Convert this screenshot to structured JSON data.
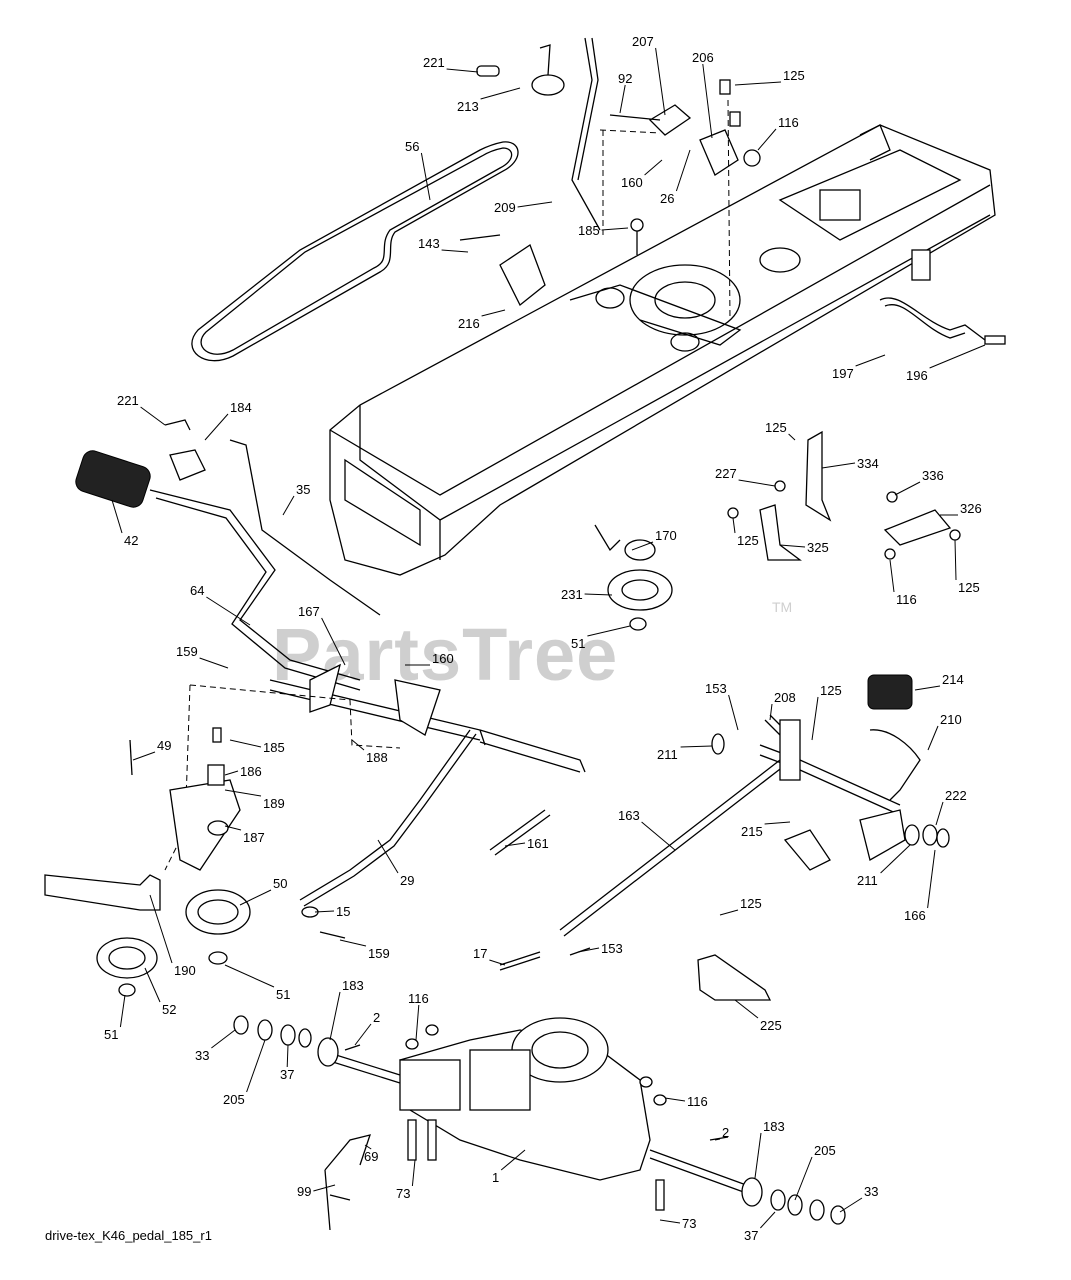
{
  "watermark": {
    "text": "PartsTree",
    "tm": "TM"
  },
  "caption": "drive-tex_K46_pedal_185_r1",
  "callouts": [
    {
      "id": "c221a",
      "label": "221"
    },
    {
      "id": "c213",
      "label": "213"
    },
    {
      "id": "c56",
      "label": "56"
    },
    {
      "id": "c207",
      "label": "207"
    },
    {
      "id": "c206",
      "label": "206"
    },
    {
      "id": "c125a",
      "label": "125"
    },
    {
      "id": "c92",
      "label": "92"
    },
    {
      "id": "c116a",
      "label": "116"
    },
    {
      "id": "c160a",
      "label": "160"
    },
    {
      "id": "c26",
      "label": "26"
    },
    {
      "id": "c209",
      "label": "209"
    },
    {
      "id": "c185a",
      "label": "185"
    },
    {
      "id": "c143",
      "label": "143"
    },
    {
      "id": "c216",
      "label": "216"
    },
    {
      "id": "c197",
      "label": "197"
    },
    {
      "id": "c196",
      "label": "196"
    },
    {
      "id": "c221b",
      "label": "221"
    },
    {
      "id": "c184",
      "label": "184"
    },
    {
      "id": "c35",
      "label": "35"
    },
    {
      "id": "c42",
      "label": "42"
    },
    {
      "id": "c125b",
      "label": "125"
    },
    {
      "id": "c334",
      "label": "334"
    },
    {
      "id": "c227",
      "label": "227"
    },
    {
      "id": "c336",
      "label": "336"
    },
    {
      "id": "c326",
      "label": "326"
    },
    {
      "id": "c125c",
      "label": "125"
    },
    {
      "id": "c325",
      "label": "325"
    },
    {
      "id": "c170",
      "label": "170"
    },
    {
      "id": "c116b",
      "label": "116"
    },
    {
      "id": "c125d",
      "label": "125"
    },
    {
      "id": "c64",
      "label": "64"
    },
    {
      "id": "c231",
      "label": "231"
    },
    {
      "id": "c167",
      "label": "167"
    },
    {
      "id": "c51a",
      "label": "51"
    },
    {
      "id": "c159a",
      "label": "159"
    },
    {
      "id": "c160b",
      "label": "160"
    },
    {
      "id": "c153a",
      "label": "153"
    },
    {
      "id": "c125e",
      "label": "125"
    },
    {
      "id": "c214",
      "label": "214"
    },
    {
      "id": "c208",
      "label": "208"
    },
    {
      "id": "c210",
      "label": "210"
    },
    {
      "id": "c49",
      "label": "49"
    },
    {
      "id": "c185b",
      "label": "185"
    },
    {
      "id": "c211a",
      "label": "211"
    },
    {
      "id": "c186",
      "label": "186"
    },
    {
      "id": "c188",
      "label": "188"
    },
    {
      "id": "c189",
      "label": "189"
    },
    {
      "id": "c222",
      "label": "222"
    },
    {
      "id": "c187",
      "label": "187"
    },
    {
      "id": "c163",
      "label": "163"
    },
    {
      "id": "c215",
      "label": "215"
    },
    {
      "id": "c161",
      "label": "161"
    },
    {
      "id": "c211b",
      "label": "211"
    },
    {
      "id": "c50",
      "label": "50"
    },
    {
      "id": "c29",
      "label": "29"
    },
    {
      "id": "c166",
      "label": "166"
    },
    {
      "id": "c15",
      "label": "15"
    },
    {
      "id": "c125f",
      "label": "125"
    },
    {
      "id": "c159b",
      "label": "159"
    },
    {
      "id": "c17",
      "label": "17"
    },
    {
      "id": "c153b",
      "label": "153"
    },
    {
      "id": "c190",
      "label": "190"
    },
    {
      "id": "c51b",
      "label": "51"
    },
    {
      "id": "c52",
      "label": "52"
    },
    {
      "id": "c183a",
      "label": "183"
    },
    {
      "id": "c225",
      "label": "225"
    },
    {
      "id": "c116c",
      "label": "116"
    },
    {
      "id": "c2a",
      "label": "2"
    },
    {
      "id": "c51c",
      "label": "51"
    },
    {
      "id": "c33a",
      "label": "33"
    },
    {
      "id": "c37a",
      "label": "37"
    },
    {
      "id": "c205a",
      "label": "205"
    },
    {
      "id": "c116d",
      "label": "116"
    },
    {
      "id": "c2b",
      "label": "2"
    },
    {
      "id": "c183b",
      "label": "183"
    },
    {
      "id": "c205b",
      "label": "205"
    },
    {
      "id": "c69",
      "label": "69"
    },
    {
      "id": "c1",
      "label": "1"
    },
    {
      "id": "c99",
      "label": "99"
    },
    {
      "id": "c73a",
      "label": "73"
    },
    {
      "id": "c33b",
      "label": "33"
    },
    {
      "id": "c73b",
      "label": "73"
    },
    {
      "id": "c37b",
      "label": "37"
    }
  ]
}
